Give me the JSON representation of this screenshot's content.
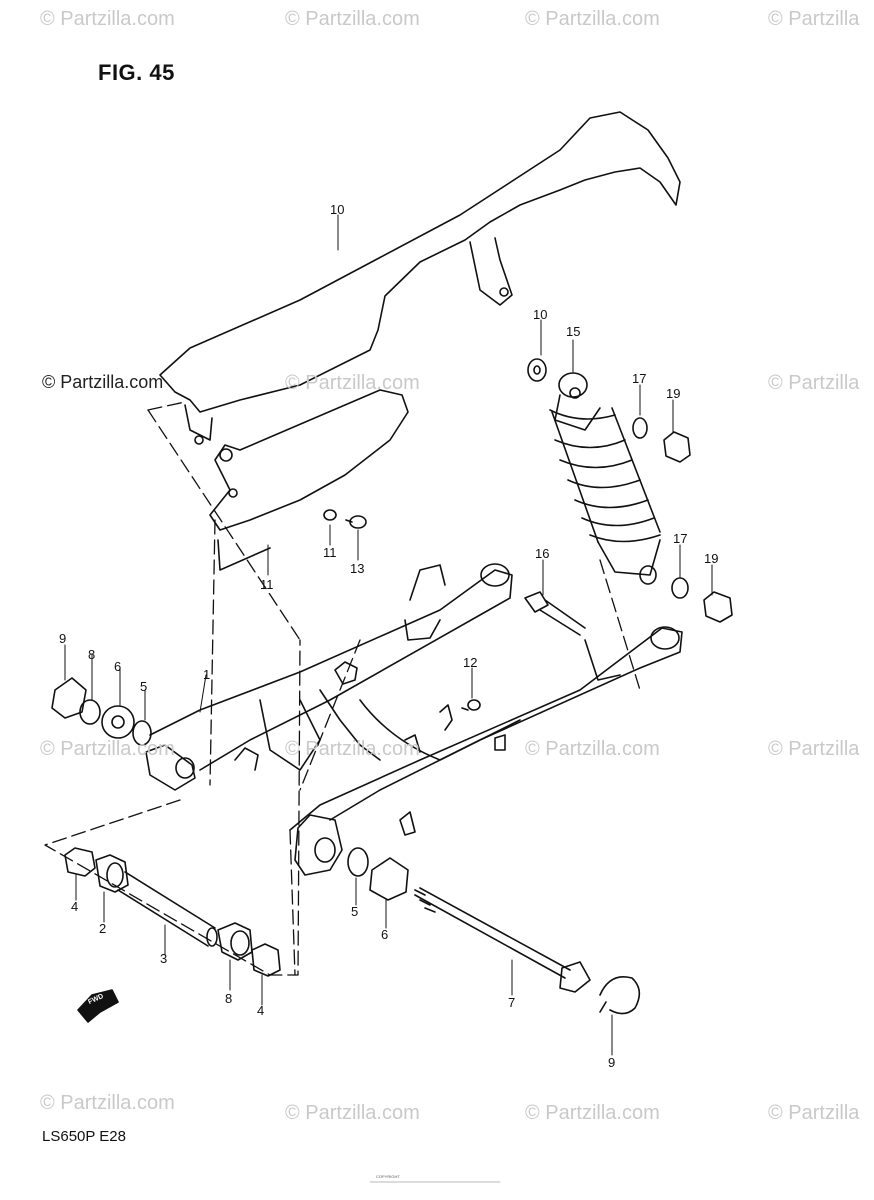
{
  "figure": {
    "title": "FIG. 45",
    "model_code": "LS650P  E28"
  },
  "watermarks": [
    "© Partzilla.com",
    "© Partzilla.com",
    "© Partzilla.com",
    "© Partzilla",
    "© Partzilla.com",
    "© Partzilla.com",
    "© Partzilla",
    "© Partzilla.com",
    "© Partzilla.com",
    "© Partzilla.com",
    "© Partzilla",
    "© Partzilla.com",
    "© Partzilla.com",
    "© Partzilla.com",
    "© Partzilla"
  ],
  "callouts": [
    {
      "label": "10"
    },
    {
      "label": "10"
    },
    {
      "label": "15"
    },
    {
      "label": "17"
    },
    {
      "label": "19"
    },
    {
      "label": "11"
    },
    {
      "label": "11"
    },
    {
      "label": "13"
    },
    {
      "label": "16"
    },
    {
      "label": "17"
    },
    {
      "label": "19"
    },
    {
      "label": "9"
    },
    {
      "label": "8"
    },
    {
      "label": "6"
    },
    {
      "label": "5"
    },
    {
      "label": "1"
    },
    {
      "label": "12"
    },
    {
      "label": "4"
    },
    {
      "label": "2"
    },
    {
      "label": "3"
    },
    {
      "label": "8"
    },
    {
      "label": "4"
    },
    {
      "label": "5"
    },
    {
      "label": "6"
    },
    {
      "label": "7"
    },
    {
      "label": "9"
    }
  ],
  "fwd_label": "FWD",
  "footer_note": "COPYRIGHT"
}
